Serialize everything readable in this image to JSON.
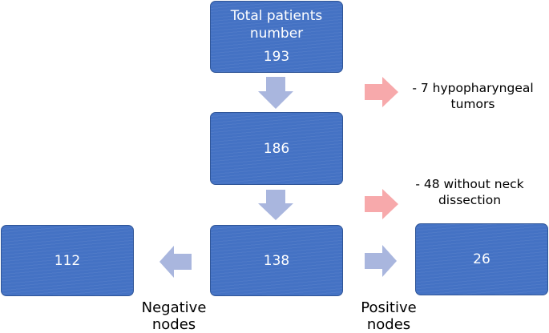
{
  "nodes": {
    "total": {
      "title": "Total patients number",
      "value": "193"
    },
    "after_exclusion": {
      "value": "186"
    },
    "dissected": {
      "value": "138"
    },
    "negative": {
      "value": "112"
    },
    "positive": {
      "value": "26"
    }
  },
  "exclusions": [
    {
      "text": "- 7 hypopharyngeal tumors"
    },
    {
      "text": "- 48 without neck dissection"
    }
  ],
  "labels": {
    "negative": "Negative nodes",
    "positive": "Positive nodes"
  },
  "colors": {
    "box_fill": "#4472c4",
    "box_border": "#2f5597",
    "down_arrow": "#a9b6de",
    "exclusion_arrow": "#f7a9ab"
  }
}
